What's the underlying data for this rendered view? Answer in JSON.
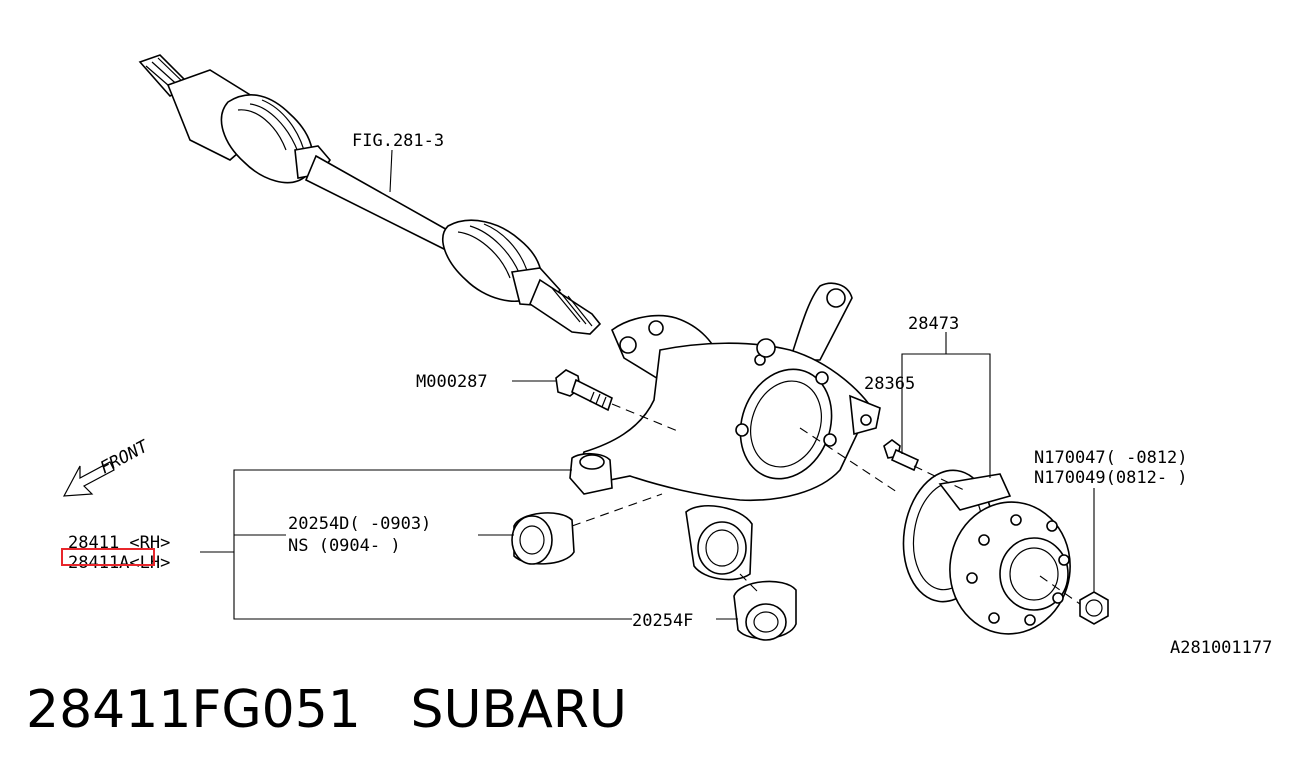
{
  "labels": {
    "fig_ref": "FIG.281-3",
    "front": "FRONT",
    "bolt": "M000287",
    "p28473": "28473",
    "p28365": "28365",
    "n170047": "N170047( -0812)",
    "n170049": "N170049(0812- )",
    "p28411_rh": "28411 <RH>",
    "p28411a_lh": "28411A<LH>",
    "p20254d": "20254D( -0903)",
    "ns": "NS (0904- )",
    "p20254f": "20254F",
    "drawing_id": "A281001177"
  },
  "footer": {
    "part_number": "28411FG051",
    "brand": "SUBARU"
  },
  "colors": {
    "highlight": "#e8262b",
    "ink": "#000000"
  }
}
